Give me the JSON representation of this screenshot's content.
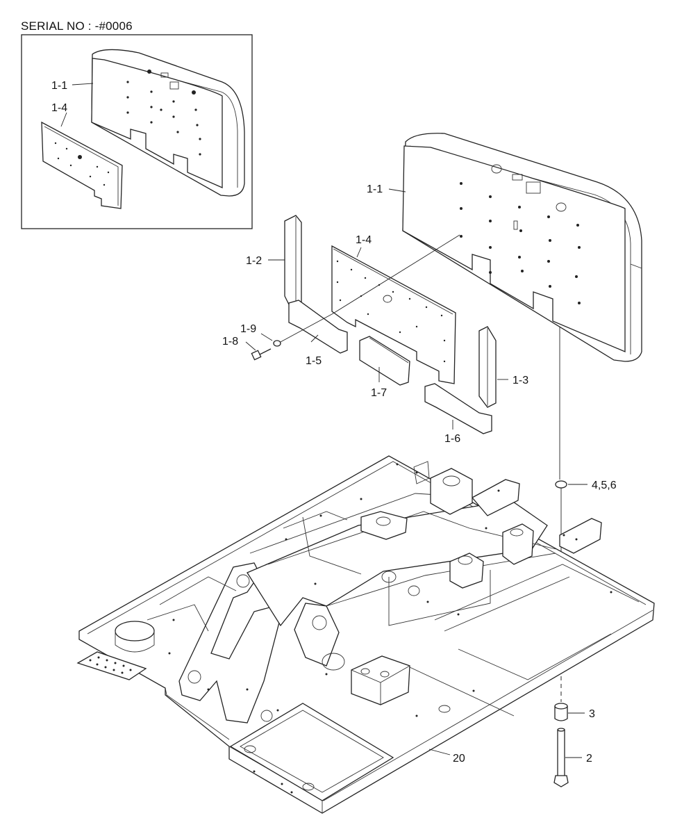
{
  "header": {
    "serial": "SERIAL NO : -#0006"
  },
  "labels": {
    "inset_1_1": "1-1",
    "inset_1_4": "1-4",
    "p_1_1": "1-1",
    "p_1_2": "1-2",
    "p_1_3": "1-3",
    "p_1_4": "1-4",
    "p_1_5": "1-5",
    "p_1_6": "1-6",
    "p_1_7": "1-7",
    "p_1_8": "1-8",
    "p_1_9": "1-9",
    "p_2": "2",
    "p_3": "3",
    "p_456": "4,5,6",
    "p_20": "20"
  }
}
